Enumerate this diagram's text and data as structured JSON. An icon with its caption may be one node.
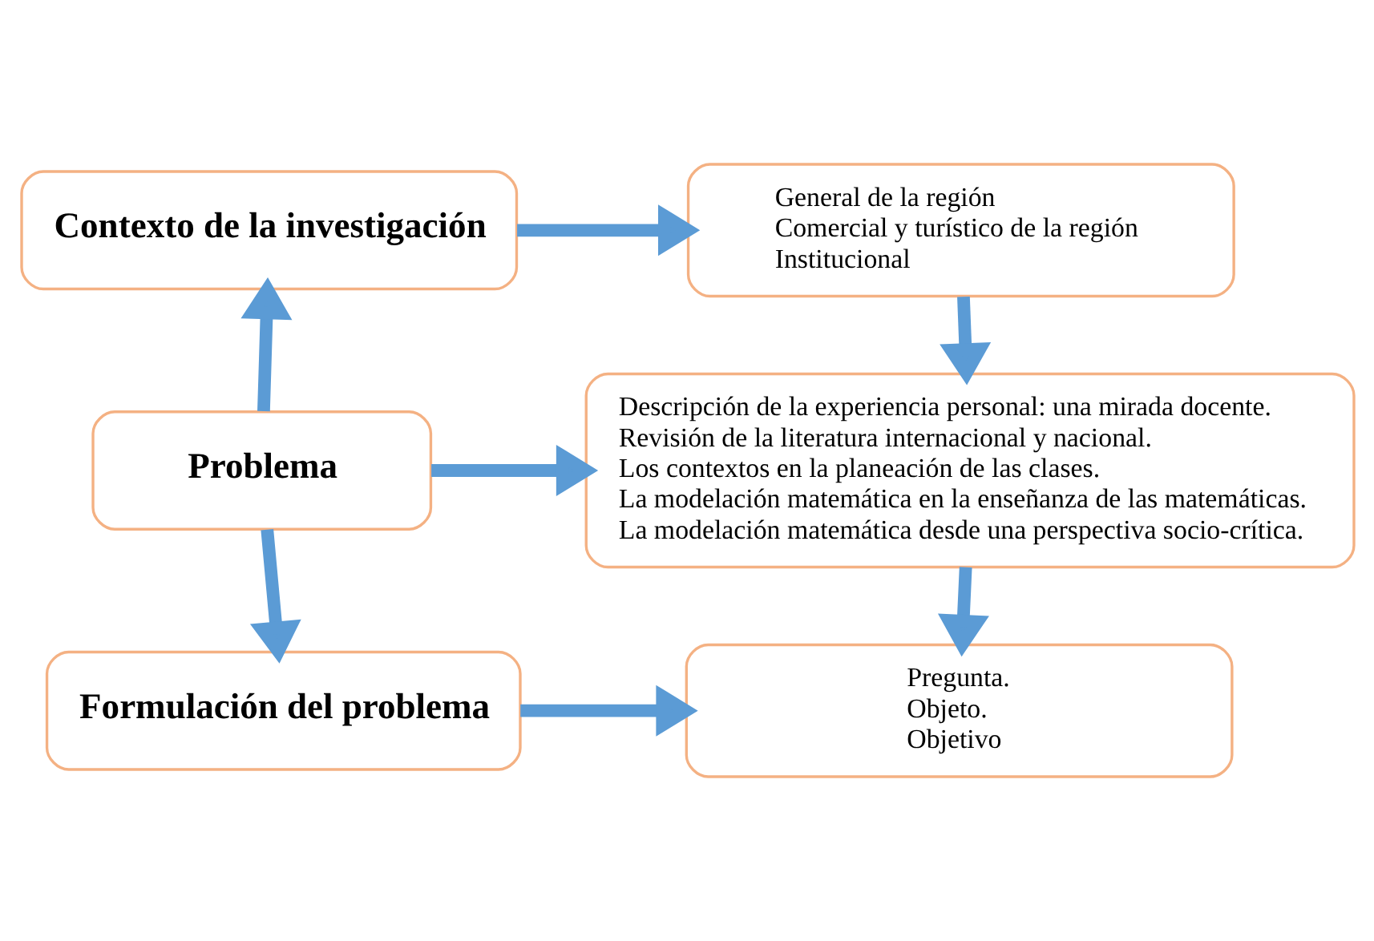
{
  "diagram": {
    "nodes": [
      {
        "text": [
          "Contexto de la investigación"
        ]
      },
      {
        "text": [
          "General de la región",
          "Comercial y turístico de la región",
          "Institucional"
        ]
      },
      {
        "text": [
          "Problema"
        ]
      },
      {
        "text": [
          "Descripción de la experiencia personal: una mirada docente.",
          "Revisión de la literatura internacional y nacional.",
          "Los contextos en la planeación de las clases.",
          "La modelación matemática en la enseñanza de las matemáticas.",
          "La modelación matemática desde una perspectiva socio-crítica."
        ]
      },
      {
        "text": [
          "Formulación del problema"
        ]
      },
      {
        "text": [
          "Pregunta.",
          "Objeto.",
          "Objetivo"
        ]
      }
    ],
    "edges": [
      {
        "from": 0,
        "to": 1,
        "arrow": "to"
      },
      {
        "from": 2,
        "to": 0,
        "arrow": "to"
      },
      {
        "from": 2,
        "to": 3,
        "arrow": "to"
      },
      {
        "from": 2,
        "to": 4,
        "arrow": "to"
      },
      {
        "from": 4,
        "to": 5,
        "arrow": "to"
      },
      {
        "from": 1,
        "to": 3,
        "arrow": "to"
      },
      {
        "from": 3,
        "to": 5,
        "arrow": "to"
      }
    ]
  }
}
